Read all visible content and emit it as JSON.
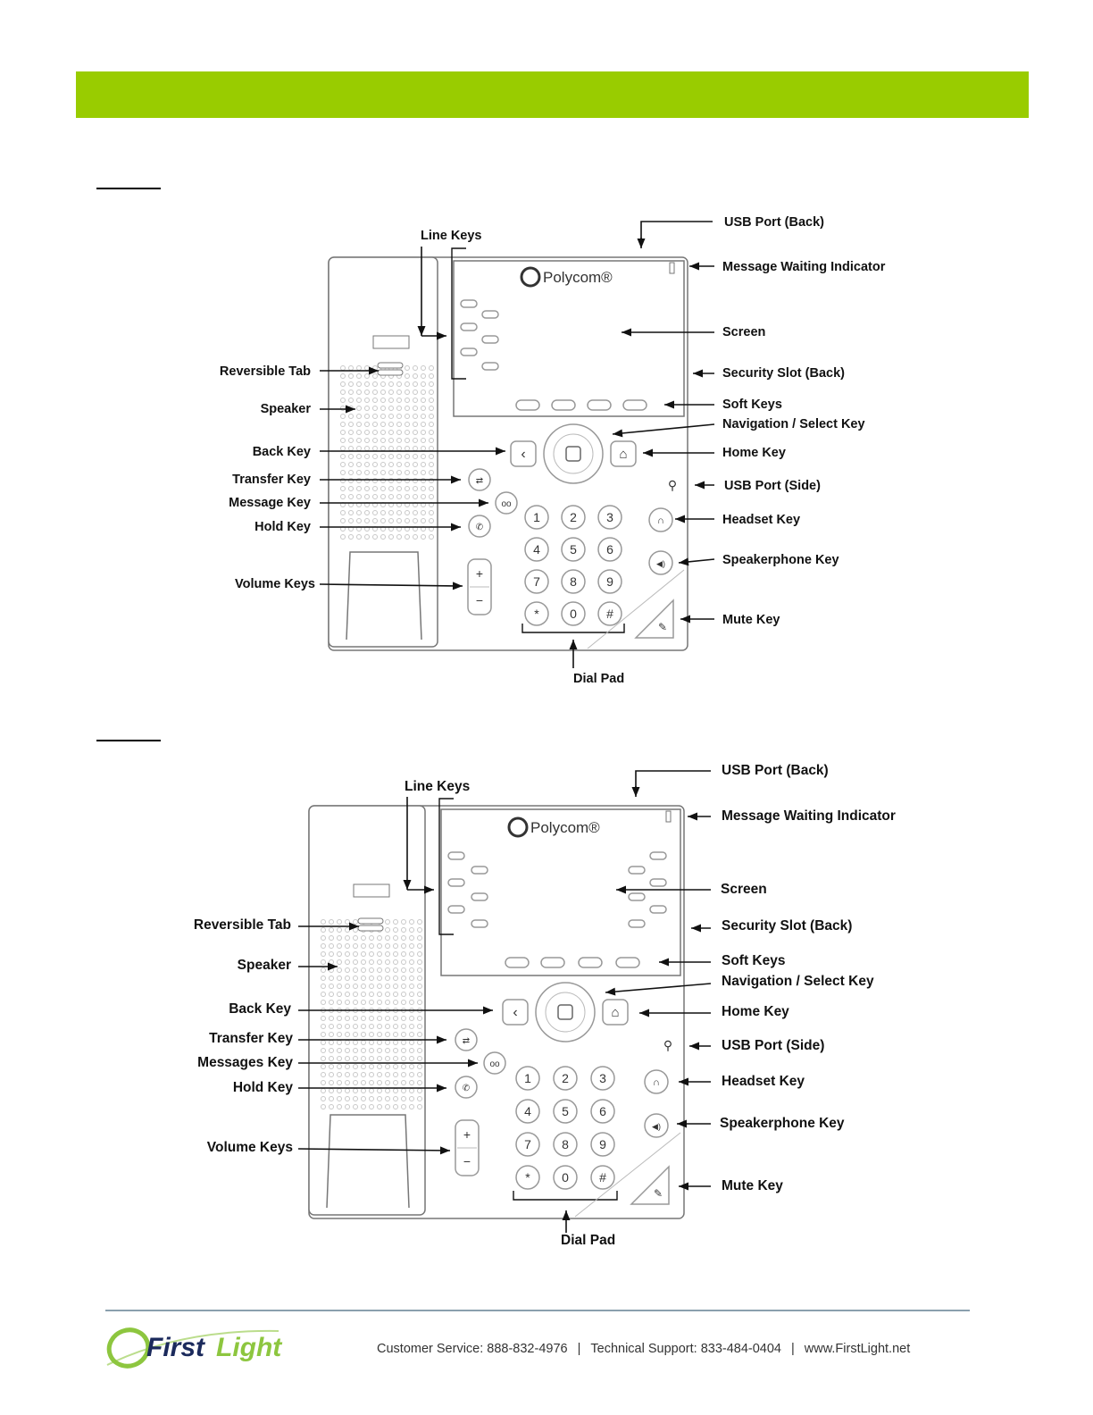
{
  "colors": {
    "header_bar": "#99cc00",
    "logo_green": "#8dc63f",
    "logo_navy": "#1b2a5c",
    "line": "#666666"
  },
  "diagram1": {
    "brand": "Polycom®",
    "labels": {
      "line_keys": "Line Keys",
      "usb_back": "USB Port (Back)",
      "mwi": "Message Waiting Indicator",
      "screen": "Screen",
      "security_slot": "Security Slot (Back)",
      "soft_keys": "Soft Keys",
      "nav_select": "Navigation / Select Key",
      "home_key": "Home Key",
      "usb_side": "USB Port (Side)",
      "headset_key": "Headset Key",
      "speakerphone_key": "Speakerphone Key",
      "mute_key": "Mute Key",
      "dial_pad": "Dial Pad",
      "reversible_tab": "Reversible Tab",
      "speaker": "Speaker",
      "back_key": "Back Key",
      "transfer_key": "Transfer Key",
      "message_key": "Message Key",
      "hold_key": "Hold Key",
      "volume_keys": "Volume Keys"
    }
  },
  "diagram2": {
    "brand": "Polycom®",
    "labels": {
      "line_keys": "Line Keys",
      "usb_back": "USB Port (Back)",
      "mwi": "Message Waiting Indicator",
      "screen": "Screen",
      "security_slot": "Security Slot (Back)",
      "soft_keys": "Soft Keys",
      "nav_select": "Navigation / Select Key",
      "home_key": "Home Key",
      "usb_side": "USB Port (Side)",
      "headset_key": "Headset Key",
      "speakerphone_key": "Speakerphone Key",
      "mute_key": "Mute Key",
      "dial_pad": "Dial Pad",
      "reversible_tab": "Reversible Tab",
      "speaker": "Speaker",
      "back_key": "Back Key",
      "transfer_key": "Transfer Key",
      "message_key": "Messages Key",
      "hold_key": "Hold Key",
      "volume_keys": "Volume Keys"
    }
  },
  "keypad": [
    "1",
    "2",
    "3",
    "4",
    "5",
    "6",
    "7",
    "8",
    "9",
    "*",
    "0",
    "#"
  ],
  "footer": {
    "logo_text_first": "First",
    "logo_text_light": "Light",
    "customer_service": "Customer Service: 888-832-4976",
    "technical_support": "Technical Support: 833-484-0404",
    "website": "www.FirstLight.net",
    "separator": "|"
  }
}
